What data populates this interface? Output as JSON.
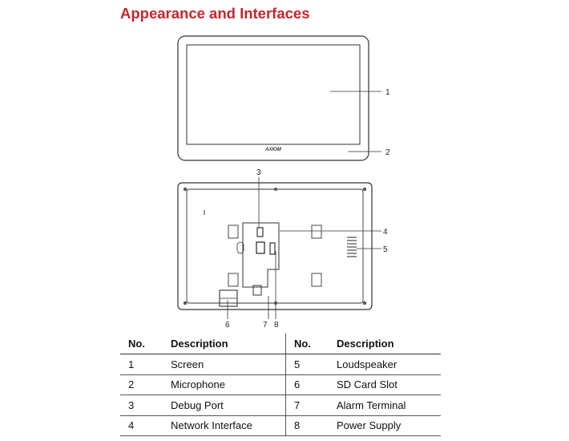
{
  "heading": "Appearance and Interfaces",
  "front_view": {
    "brand_text": "AXIOM",
    "callouts": [
      "1",
      "2"
    ]
  },
  "rear_view": {
    "callouts": [
      "3",
      "4",
      "5",
      "6",
      "7",
      "8"
    ]
  },
  "table": {
    "headers": [
      "No.",
      "Description",
      "No.",
      "Description"
    ],
    "rows": [
      {
        "no_left": "1",
        "desc_left": "Screen",
        "no_right": "5",
        "desc_right": "Loudspeaker"
      },
      {
        "no_left": "2",
        "desc_left": "Microphone",
        "no_right": "6",
        "desc_right": "SD Card Slot"
      },
      {
        "no_left": "3",
        "desc_left": "Debug Port",
        "no_right": "7",
        "desc_right": "Alarm Terminal"
      },
      {
        "no_left": "4",
        "desc_left": "Network Interface",
        "no_right": "8",
        "desc_right": "Power Supply"
      }
    ]
  },
  "colors": {
    "heading": "#c0282e",
    "line_art": "#333333"
  }
}
